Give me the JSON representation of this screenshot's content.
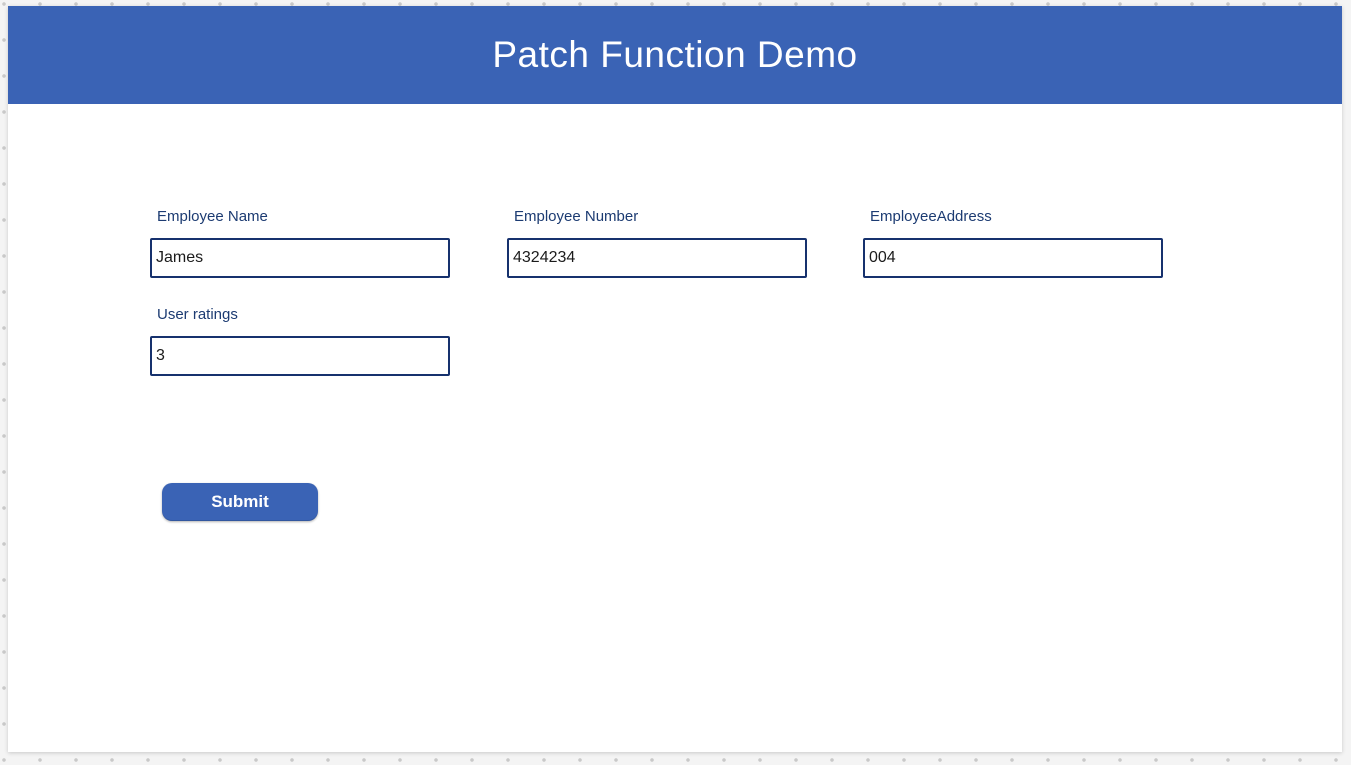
{
  "app": {
    "title": "Patch Function Demo"
  },
  "form": {
    "fields": [
      {
        "label": "Employee Name",
        "value": "James"
      },
      {
        "label": "Employee Number",
        "value": "4324234"
      },
      {
        "label": "EmployeeAddress",
        "value": "004"
      },
      {
        "label": "User ratings",
        "value": "3"
      }
    ],
    "submit_label": "Submit"
  },
  "colors": {
    "header_bg": "#3a63b5",
    "button_bg": "#3a63b5",
    "input_border": "#16316d",
    "label_text": "#1c3b72",
    "input_text": "#1b1b1b",
    "title_text": "#ffffff",
    "surface_bg": "#f4f4f4",
    "surface_dot": "#c9c9c9",
    "canvas_bg": "#ffffff"
  }
}
